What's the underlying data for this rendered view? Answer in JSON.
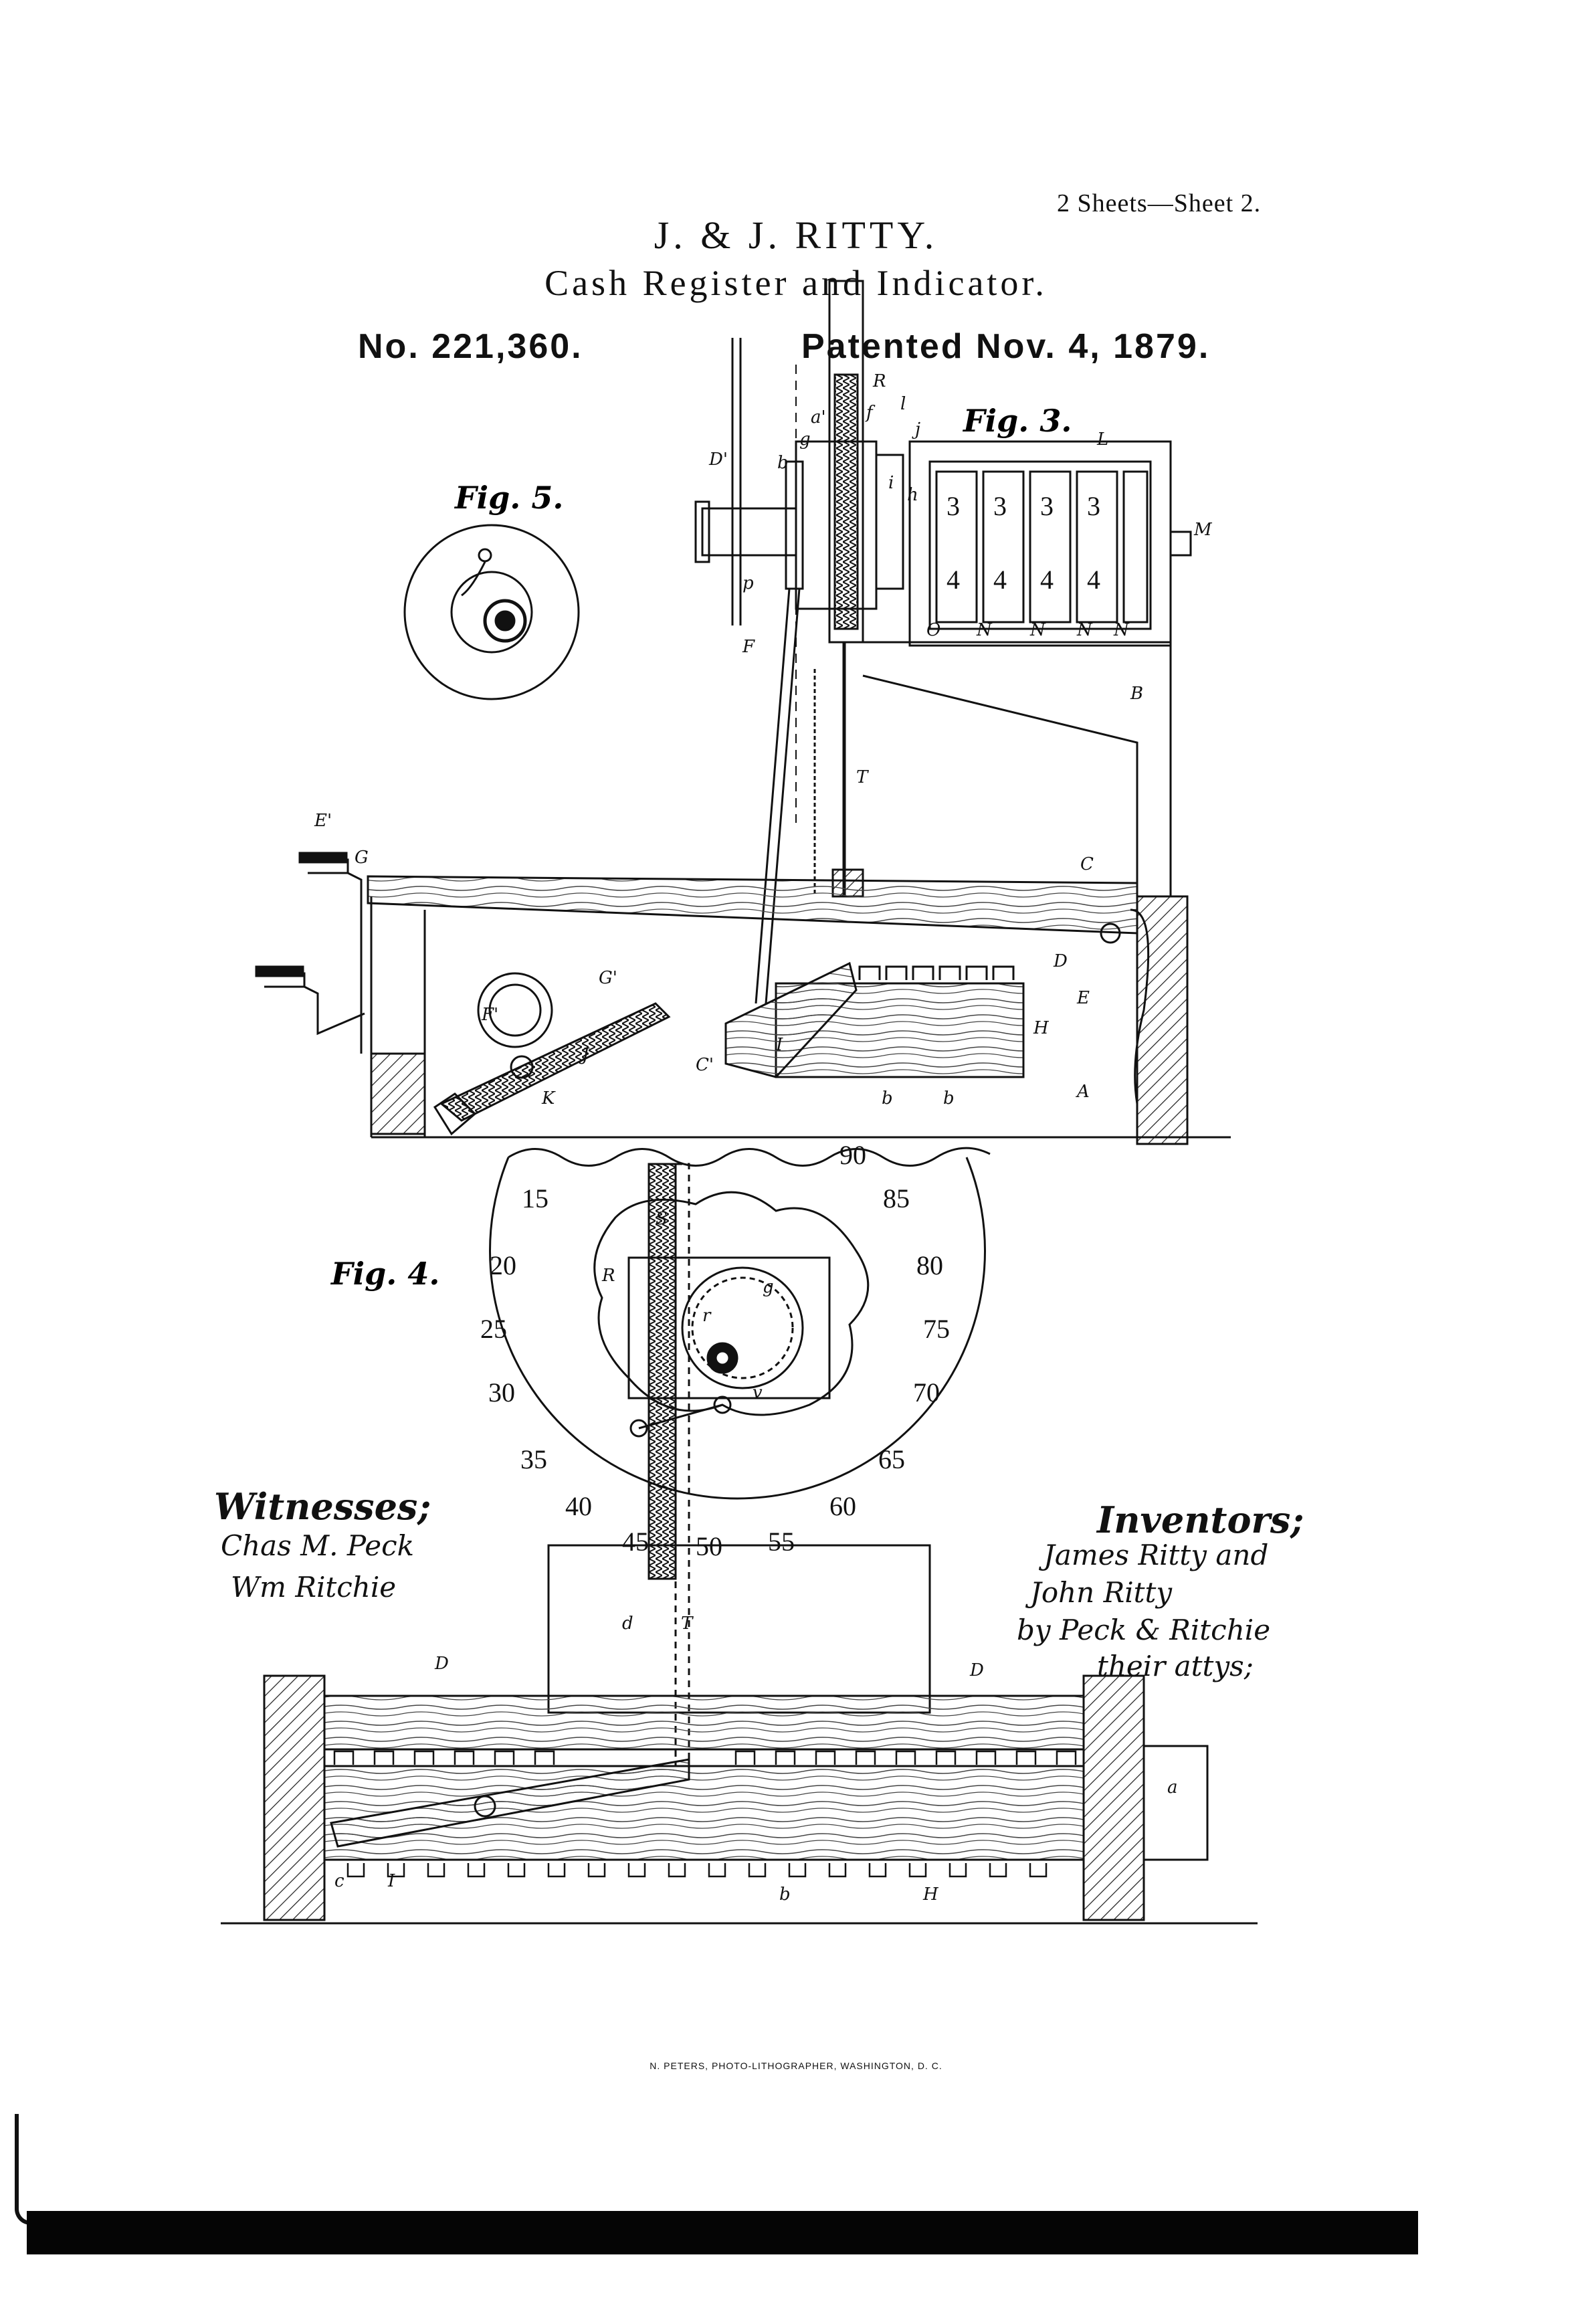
{
  "header": {
    "sheet_note": "2 Sheets—Sheet 2.",
    "title": "J. & J. RITTY.",
    "subtitle": "Cash Register and Indicator.",
    "patent_number": "No. 221,360.",
    "patent_date": "Patented Nov. 4, 1879."
  },
  "figures": {
    "fig3_label": "Fig. 3.",
    "fig4_label": "Fig. 4.",
    "fig5_label": "Fig. 5.",
    "dial_numbers": [
      "15",
      "20",
      "25",
      "30",
      "35",
      "40",
      "45",
      "50",
      "55",
      "60",
      "65",
      "70",
      "75",
      "80",
      "85",
      "90"
    ],
    "register_digits": [
      "3",
      "4",
      "3",
      "4",
      "3",
      "4",
      "3",
      "4"
    ],
    "reference_letters": [
      "D'",
      "R",
      "a'",
      "l",
      "f",
      "j",
      "L",
      "b",
      "g",
      "i",
      "h",
      "M",
      "p",
      "F",
      "O",
      "N",
      "N",
      "N",
      "N",
      "B",
      "T",
      "C",
      "E",
      "D",
      "H",
      "A",
      "K",
      "J",
      "I",
      "C'",
      "G",
      "G'",
      "F'",
      "E'",
      "b",
      "b",
      "S",
      "R",
      "g",
      "r",
      "v",
      "d",
      "T",
      "D",
      "D",
      "c",
      "I",
      "b",
      "H",
      "a"
    ]
  },
  "signatures": {
    "witnesses_title": "Witnesses;",
    "witness_1": "Chas M. Peck",
    "witness_2": "Wm Ritchie",
    "inventors_title": "Inventors;",
    "inventor_line_1": "James Ritty and",
    "inventor_line_2": "John Ritty",
    "inventor_line_3": "by Peck & Ritchie",
    "inventor_line_4": "their attys;"
  },
  "footer": {
    "printer": "N. PETERS, PHOTO-LITHOGRAPHER, WASHINGTON, D. C."
  }
}
